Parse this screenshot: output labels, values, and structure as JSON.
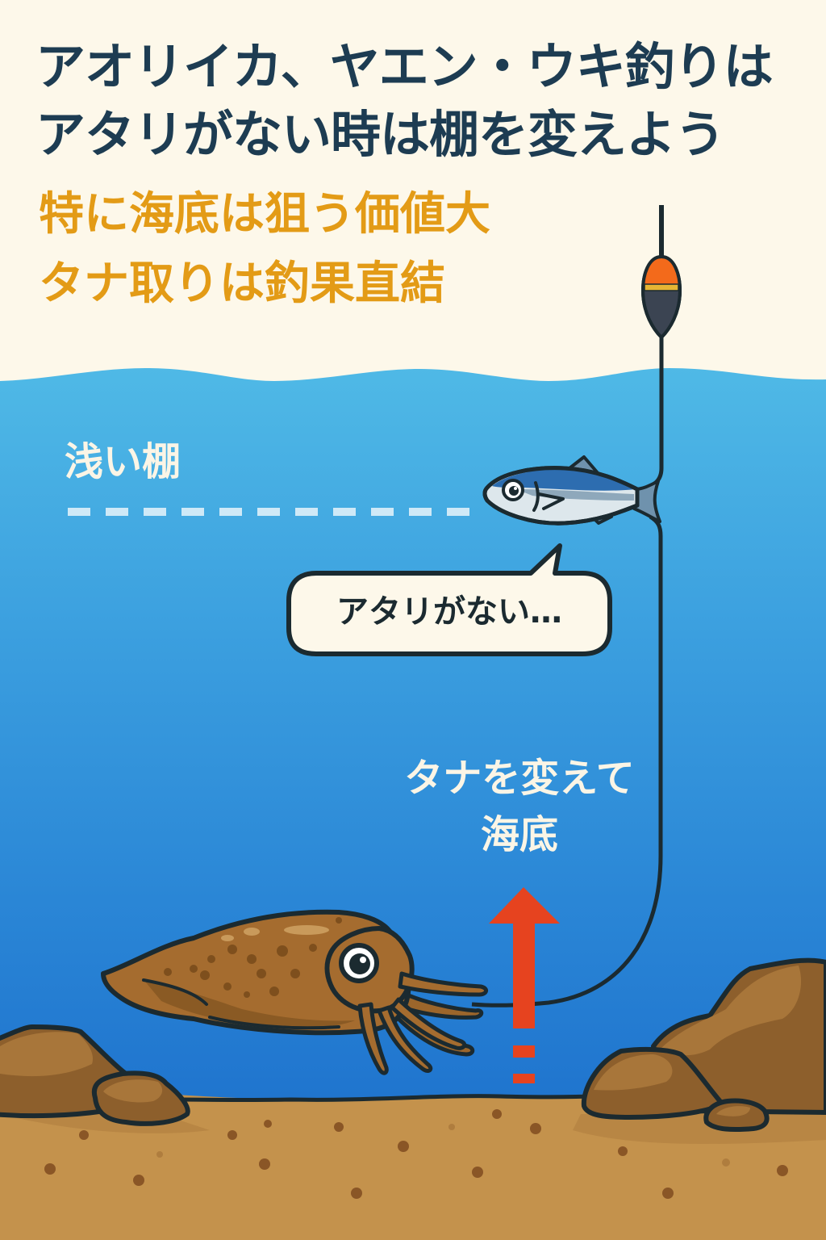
{
  "title": {
    "line1": "アオリイカ、ヤエン・ウキ釣りは",
    "line2": "アタリがない時は棚を変えよう"
  },
  "subtitle": {
    "line1": "特に海底は狙う価値大",
    "line2": "タナ取りは釣果直結"
  },
  "labels": {
    "shallow_tana": "浅い棚",
    "speech_bubble": "アタリがない…",
    "change_tana_line1": "タナを変えて",
    "change_tana_line2": "海底"
  },
  "icons": {
    "float": "fishing-float-icon",
    "bait_fish": "horse-mackerel-bait-icon",
    "squid": "cuttlefish-icon",
    "arrow": "up-arrow-icon",
    "rocks": "seabed-rocks-icon"
  },
  "colors": {
    "background": "#fdf8ea",
    "title": "#1d3c52",
    "subtitle": "#e39b16",
    "water_top": "#4db6e4",
    "water_bottom": "#1f74cf",
    "sand": "#c4924c",
    "arrow": "#e6431f",
    "outline": "#1b2a30",
    "float_top": "#f36a1b",
    "float_band": "#e6b534",
    "float_bottom": "#3b4452"
  }
}
